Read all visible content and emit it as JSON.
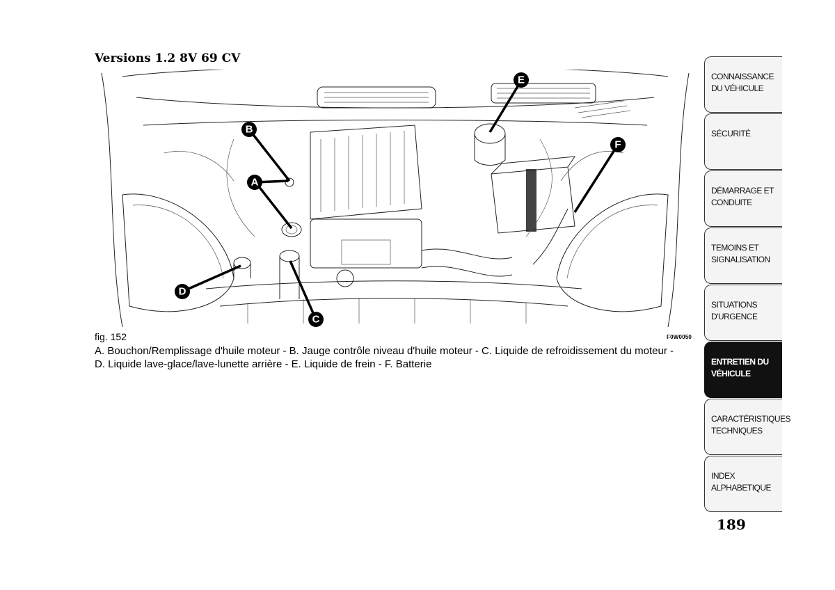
{
  "section_title": "Versions 1.2 8V 69 CV",
  "figure": {
    "label": "fig. 152",
    "code": "F0W0050",
    "callouts": [
      "A",
      "B",
      "C",
      "D",
      "E",
      "F"
    ]
  },
  "caption": "A. Bouchon/Remplissage d'huile moteur - B. Jauge contrôle niveau d'huile moteur - C. Liquide de refroidissement du moteur - D. Liquide lave-glace/lave-lunette arrière - E. Liquide de frein - F. Batterie",
  "tabs": [
    {
      "label": "CONNAISSANCE DU VÉHICULE",
      "active": false
    },
    {
      "label": "SÉCURITÉ",
      "active": false
    },
    {
      "label": "DÉMARRAGE ET CONDUITE",
      "active": false
    },
    {
      "label": "TEMOINS ET SIGNALISATION",
      "active": false
    },
    {
      "label": "SITUATIONS D'URGENCE",
      "active": false
    },
    {
      "label": "ENTRETIEN DU VÉHICULE",
      "active": true
    },
    {
      "label": "CARACTÉRISTIQUES TECHNIQUES",
      "active": false
    },
    {
      "label": "INDEX ALPHABETIQUE",
      "active": false
    }
  ],
  "page_number": "189"
}
